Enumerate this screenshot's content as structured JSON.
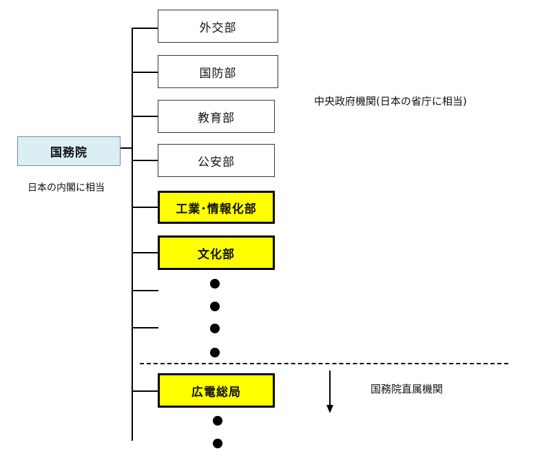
{
  "root": {
    "label": "国務院",
    "note": "日本の内閣に相当"
  },
  "ministries": [
    {
      "label": "外交部",
      "highlighted": false
    },
    {
      "label": "国防部",
      "highlighted": false
    },
    {
      "label": "教育部",
      "highlighted": false
    },
    {
      "label": "公安部",
      "highlighted": false
    },
    {
      "label": "工業･情報化部",
      "highlighted": true
    },
    {
      "label": "文化部",
      "highlighted": true
    }
  ],
  "ministries_note": "中央政府機関(日本の省庁に相当)",
  "direct_agencies": [
    {
      "label": "広電総局",
      "highlighted": true
    }
  ],
  "direct_agencies_note": "国務院直属機関",
  "colors": {
    "highlight_fill": "#ffff00",
    "root_fill": "#dbeef3",
    "line": "#000000"
  }
}
